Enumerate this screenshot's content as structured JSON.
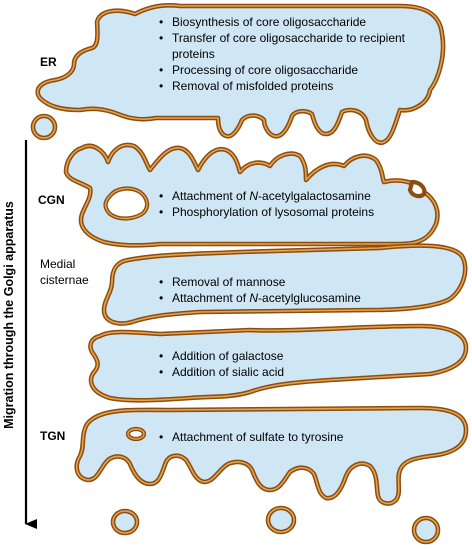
{
  "labels": {
    "er": "ER",
    "cgn": "CGN",
    "medial": "Medial\ncisternae",
    "tgn": "TGN",
    "migration": "Migration through the Golgi apparatus"
  },
  "processes": {
    "er": [
      "Biosynthesis of core oligosaccharide",
      "Transfer of core oligosaccharide to recipient proteins",
      "Processing of core oligosaccharide",
      "Removal of misfolded proteins"
    ],
    "cgn": [
      "Attachment of N-acetylgalactosamine",
      "Phosphorylation of lysosomal proteins"
    ],
    "medial_upper": [
      "Removal of mannose",
      "Attachment of N-acetylglucosamine"
    ],
    "medial_lower": [
      "Addition of galactose",
      "Addition of sialic acid"
    ],
    "tgn": [
      "Attachment of sulfate to tyrosine"
    ]
  },
  "bullet": "•",
  "colors": {
    "lumen": "#cfe6f5",
    "membrane_outer": "#8a4e12",
    "membrane_inner": "#e9a24c",
    "arrow": "#000000"
  }
}
